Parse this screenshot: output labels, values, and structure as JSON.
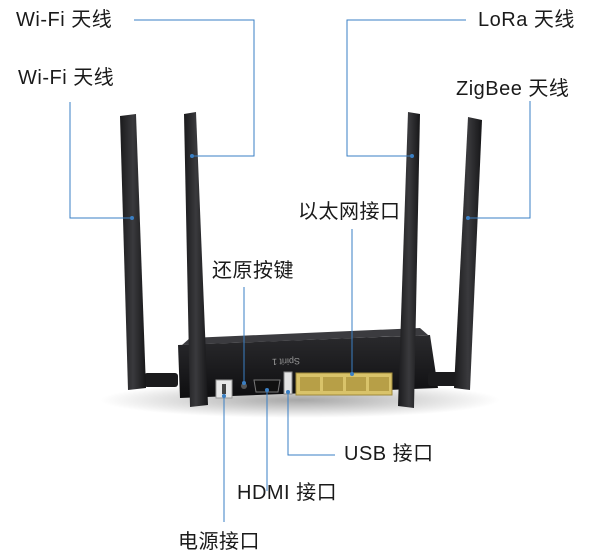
{
  "labels": {
    "wifi_top": "Wi-Fi 天线",
    "wifi_second": "Wi-Fi 天线",
    "lora": "LoRa 天线",
    "zigbee": "ZigBee 天线",
    "ethernet": "以太网接口",
    "reset": "还原按键",
    "usb": "USB 接口",
    "hdmi": "HDMI 接口",
    "power": "电源接口"
  },
  "device": {
    "model_text": "Spirit 1"
  },
  "colors": {
    "body": "#1c1c1e",
    "antenna": "#2a2a2c",
    "port_yellow": "#d9c36a",
    "leader_line": "#3a7fc4"
  }
}
